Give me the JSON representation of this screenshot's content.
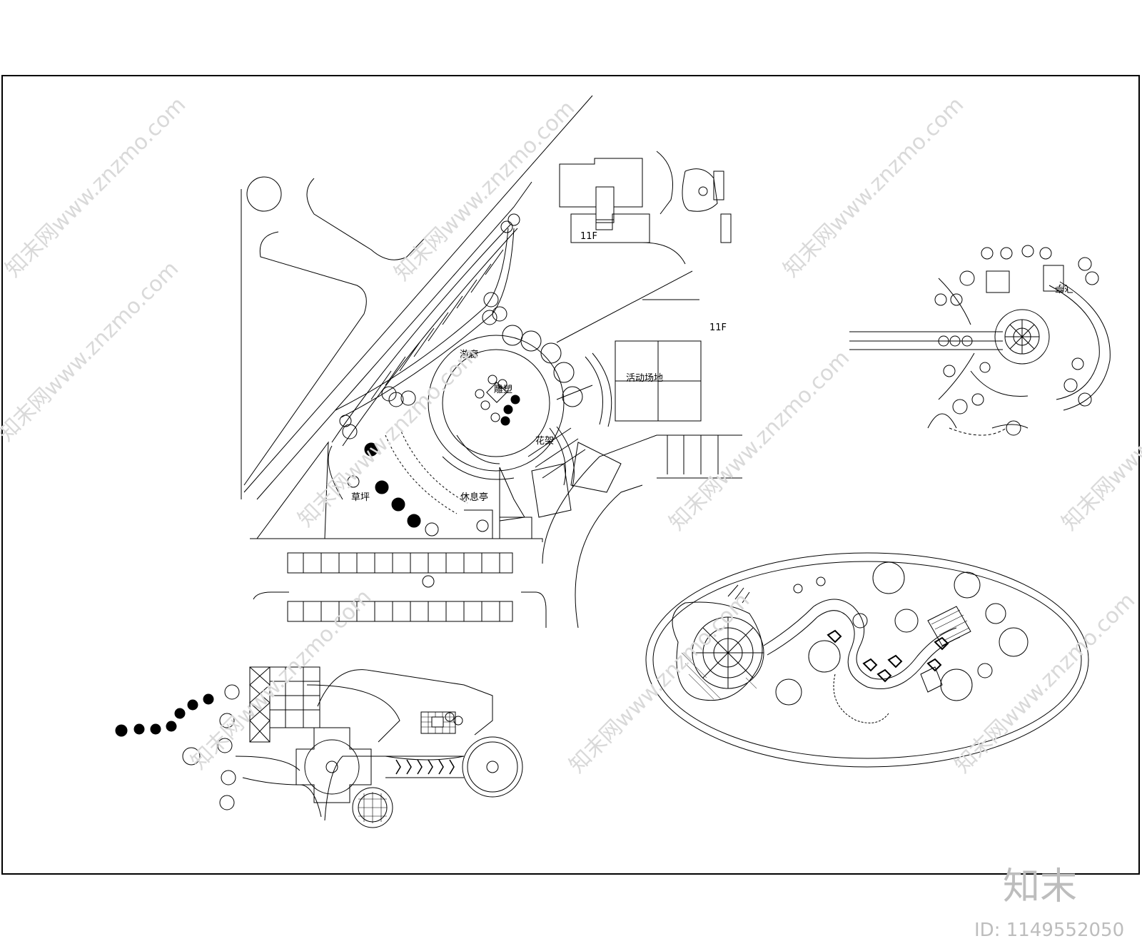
{
  "labels": {
    "building_11f_north": "11F",
    "building_11f_east": "11F",
    "corridor": "游廊",
    "sculpture": "雕塑",
    "activity_area": "活动场地",
    "flower_rack": "花架",
    "lawn": "草坪",
    "rest_pavilion": "休息亭",
    "plan3_label": "飞亭"
  },
  "watermark": {
    "text": "知末网www.znzmo.com"
  },
  "branding": {
    "logo": "知末",
    "image_id": "ID: 1149552050"
  }
}
